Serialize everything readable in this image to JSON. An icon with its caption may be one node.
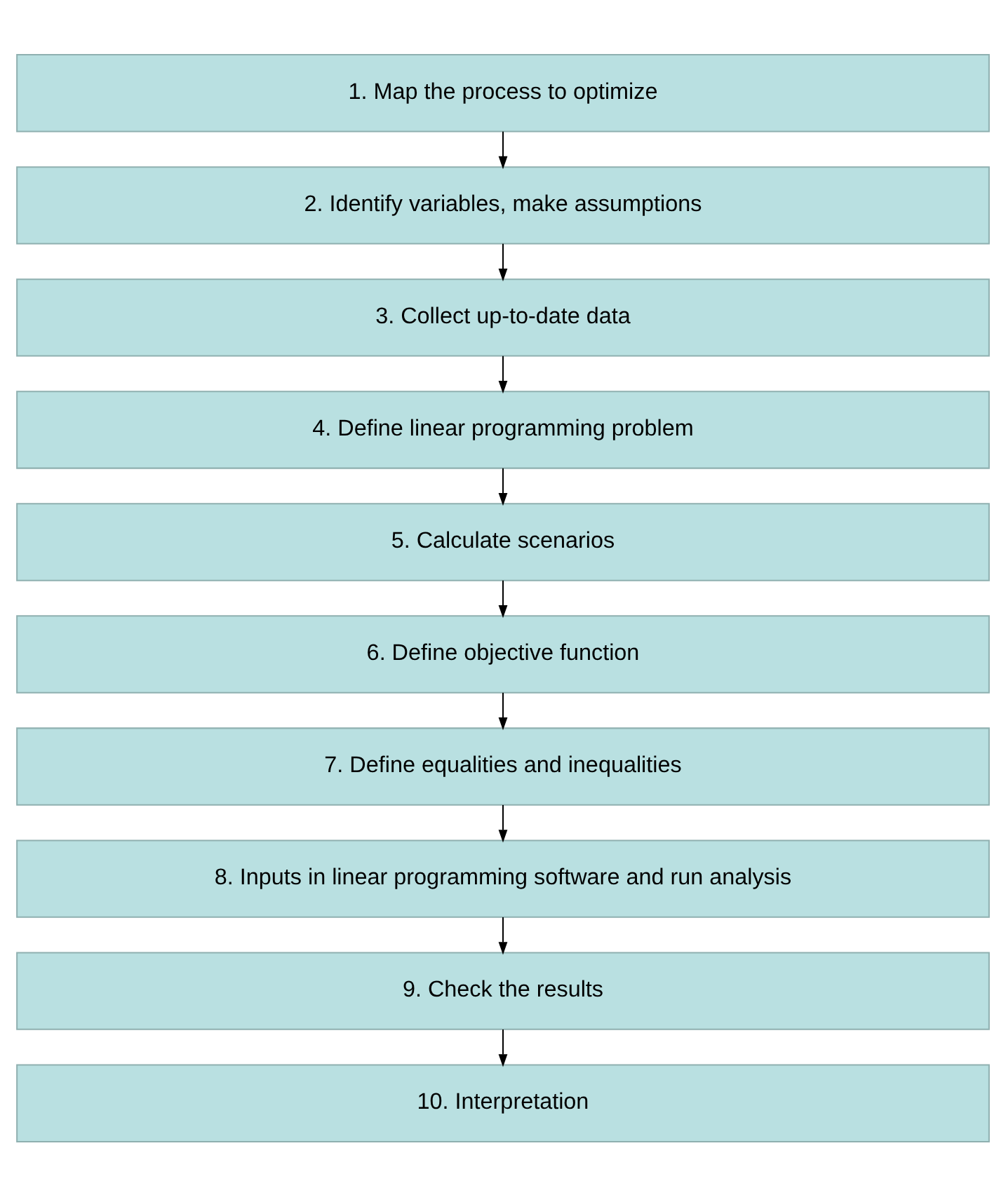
{
  "diagram": {
    "nodes": [
      {
        "text": [
          "1. Map the process to optimize"
        ]
      },
      {
        "text": [
          "2. Identify variables, make assumptions"
        ]
      },
      {
        "text": [
          "3. Collect up-to-date data"
        ]
      },
      {
        "text": [
          "4. Define linear programming problem"
        ]
      },
      {
        "text": [
          "5. Calculate scenarios"
        ]
      },
      {
        "text": [
          "6. Define objective function"
        ]
      },
      {
        "text": [
          "7. Define equalities and inequalities"
        ]
      },
      {
        "text": [
          "8. Inputs in linear programming software and run analysis"
        ]
      },
      {
        "text": [
          "9. Check the results"
        ]
      },
      {
        "text": [
          "10. Interpretation"
        ]
      }
    ],
    "edges": [
      {
        "from": 0,
        "to": 1,
        "arrow": "to"
      },
      {
        "from": 1,
        "to": 2,
        "arrow": "to"
      },
      {
        "from": 2,
        "to": 3,
        "arrow": "to"
      },
      {
        "from": 3,
        "to": 4,
        "arrow": "to"
      },
      {
        "from": 4,
        "to": 5,
        "arrow": "to"
      },
      {
        "from": 5,
        "to": 6,
        "arrow": "to"
      },
      {
        "from": 6,
        "to": 7,
        "arrow": "to"
      },
      {
        "from": 7,
        "to": 8,
        "arrow": "to"
      },
      {
        "from": 8,
        "to": 9,
        "arrow": "to"
      }
    ]
  }
}
